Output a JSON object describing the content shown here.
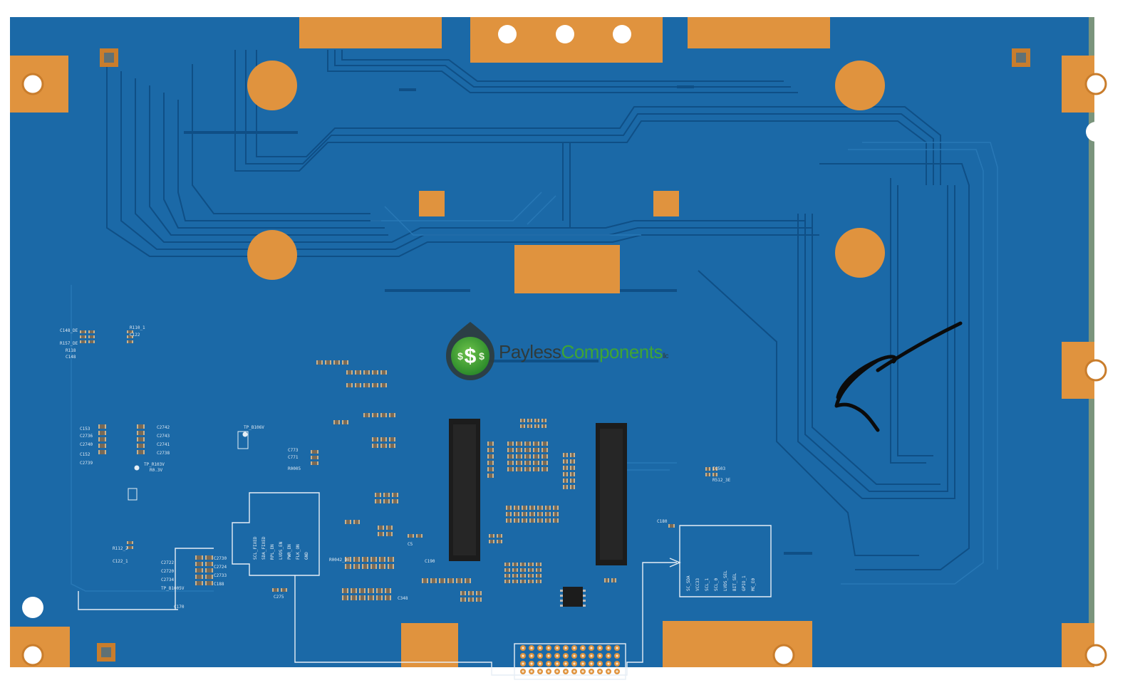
{
  "image": {
    "subject": "pcb-board-back",
    "colors": {
      "background": "#ffffff",
      "board": "#1b69a7",
      "trace": "#0f4f86",
      "trace_light": "#2a7ab8",
      "pad": "#e0933e",
      "pad_dark": "#c97d2c",
      "chip": "#1c1c1c",
      "smd": "#c9b28e",
      "silk": "#e6eef5",
      "marker": "#0b0b0b",
      "watermark_green": "#3fa535",
      "watermark_dark": "#2f3b3c"
    }
  },
  "watermark": {
    "word_1": "Payless",
    "word_2": "Components",
    "suffix": "llc",
    "coin_symbol": "$"
  },
  "silkscreen": {
    "labels": [
      "C148_DE",
      "R110_1",
      "R157_DE",
      "C122",
      "R118",
      "C148",
      "C153",
      "C2742",
      "C2736",
      "C2743",
      "C2740",
      "C2741",
      "C152",
      "C2738",
      "C2739",
      "TP_R103V",
      "R0.3V",
      "TP_B106V",
      "C773",
      "C771",
      "R0005",
      "R112_2",
      "C122_1",
      "C2722",
      "C2730",
      "C2720",
      "C2724",
      "C2734",
      "C2733",
      "TP_B1005V",
      "C188",
      "C170",
      "C275",
      "C348",
      "C5",
      "R0042_DE",
      "C190",
      "C180",
      "IC503",
      "R512_3E"
    ],
    "block_left_lines": [
      "SCL_FIXED",
      "SDA_FIXED",
      "RPL_EN",
      "LVDS_EN",
      "PWR_EN",
      "FLK_ON",
      "GND"
    ],
    "block_right_lines": [
      "SC_SDA",
      "VCC33",
      "SCL_1",
      "SCL_0",
      "LVDS_SEL",
      "BIT_SEL",
      "GPIO_1",
      "MC_E0"
    ]
  },
  "marker": {
    "glyph": "handwritten-pc-mark"
  }
}
